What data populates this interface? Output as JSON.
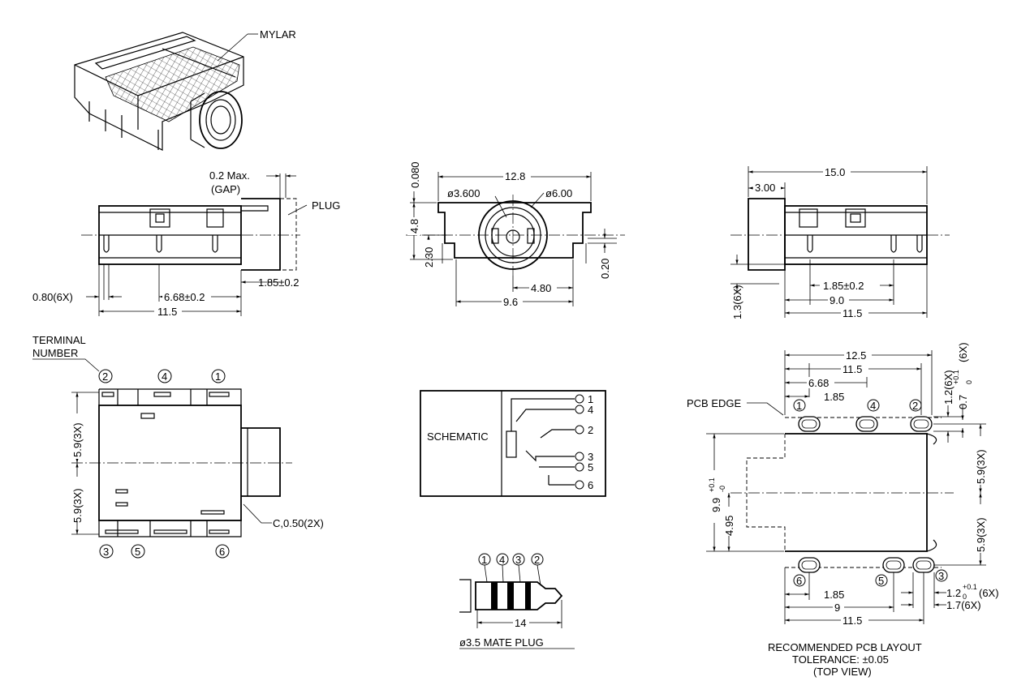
{
  "iso_view": {
    "mylar_label": "MYLAR"
  },
  "front_view": {
    "gap_max": "0.2 Max.",
    "gap_note": "(GAP)",
    "plug_label": "PLUG",
    "pin_width": "0.80(6X)",
    "pin_pitch": "6.68±0.2",
    "offset": "1.85±0.2",
    "body_length": "11.5"
  },
  "end_view": {
    "top_gap": "0.080",
    "width": "12.8",
    "inner_dia": "ø3.600",
    "outer_dia": "ø6.00",
    "height": "4.8",
    "center_height": "2.30",
    "pin_length": "0.20",
    "half_pitch": "4.80",
    "pitch": "9.6"
  },
  "rear_view": {
    "total_length": "15.0",
    "nose": "3.00",
    "pin_height": "1.3(6X)",
    "offset": "1.85±0.2",
    "pitch": "9.0",
    "body_length": "11.5"
  },
  "bottom_view": {
    "terminal_label_line1": "TERMINAL",
    "terminal_label_line2": "NUMBER",
    "top_terminals": [
      "2",
      "4",
      "1"
    ],
    "bottom_terminals": [
      "3",
      "5",
      "6"
    ],
    "half_width_top": "5.9(3X)",
    "half_width_bottom": "5.9(3X)",
    "chamfer": "C,0.50(2X)"
  },
  "schematic": {
    "title": "SCHEMATIC",
    "pins": [
      "1",
      "4",
      "2",
      "3",
      "5",
      "6"
    ]
  },
  "mate_plug": {
    "contacts": [
      "1",
      "4",
      "3",
      "2"
    ],
    "length": "14",
    "title": "ø3.5 MATE PLUG"
  },
  "pcb_layout": {
    "pcb_edge": "PCB EDGE",
    "span_outer": "12.5",
    "span_pins": "11.5",
    "dim_668": "6.68",
    "dim_185": "1.85",
    "slot_w": "1.2(6X)",
    "slot_tol_top": "+0.1",
    "slot_tol_bottom": "0",
    "slot_h": "0.7",
    "slot_h_suffix": "(6X)",
    "body_width": "9.9",
    "body_tol_top": "+0.1",
    "body_tol_bottom": "-0",
    "half_body": "4.95",
    "half_row_top": "5.9(3X)",
    "half_row_bottom": "5.9(3X)",
    "top_pins": [
      "1",
      "4",
      "2"
    ],
    "bottom_pins": [
      "6",
      "5",
      "3"
    ],
    "bottom_185": "1.85",
    "bottom_9": "9",
    "bottom_115": "11.5",
    "slot_len": "1.2",
    "slot_len_suffix": "(6X)",
    "slot_len2": "1.7(6X)",
    "caption_line1": "RECOMMENDED PCB LAYOUT",
    "caption_line2": "TOLERANCE: ±0.05",
    "caption_line3": "(TOP VIEW)"
  }
}
